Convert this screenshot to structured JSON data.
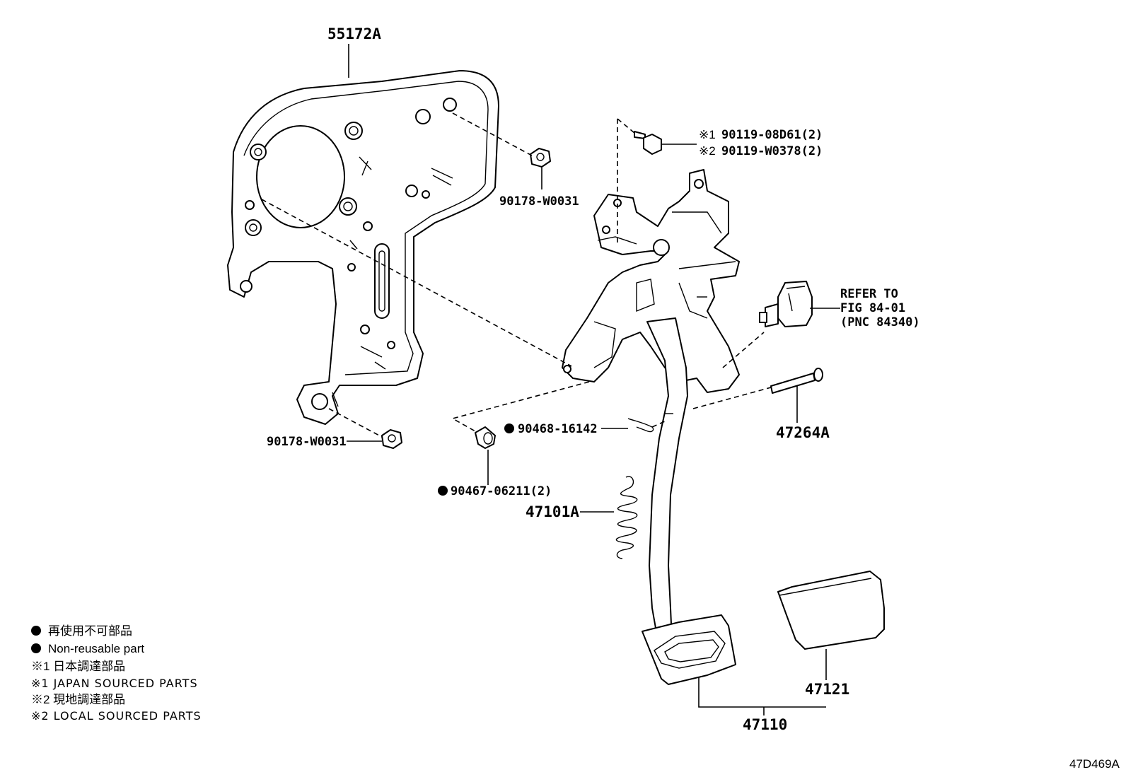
{
  "callouts": {
    "bracket": "55172A",
    "nut_upper": "90178-W0031",
    "nut_lower": "90178-W0031",
    "bolt_1": "90119-08D61(2)",
    "bolt_2": "90119-W0378(2)",
    "bolt_mark_1": "※1",
    "bolt_mark_2": "※2",
    "refer_line1": "REFER TO",
    "refer_line2": "FIG 84-01",
    "refer_line3": "(PNC 84340)",
    "clip": "90468-16142",
    "bushing": "90467-06211(2)",
    "pin": "47264A",
    "spring": "47101A",
    "pad": "47121",
    "pedal_assy": "47110",
    "figure_id": "47D469A"
  },
  "legend": {
    "line1": "再使用不可部品",
    "line2": "Non-reusable part",
    "line3": "※1 日本調達部品",
    "line4": "※1 JAPAN SOURCED PARTS",
    "line5": "※2 現地調達部品",
    "line6": "※2 LOCAL SOURCED PARTS"
  }
}
